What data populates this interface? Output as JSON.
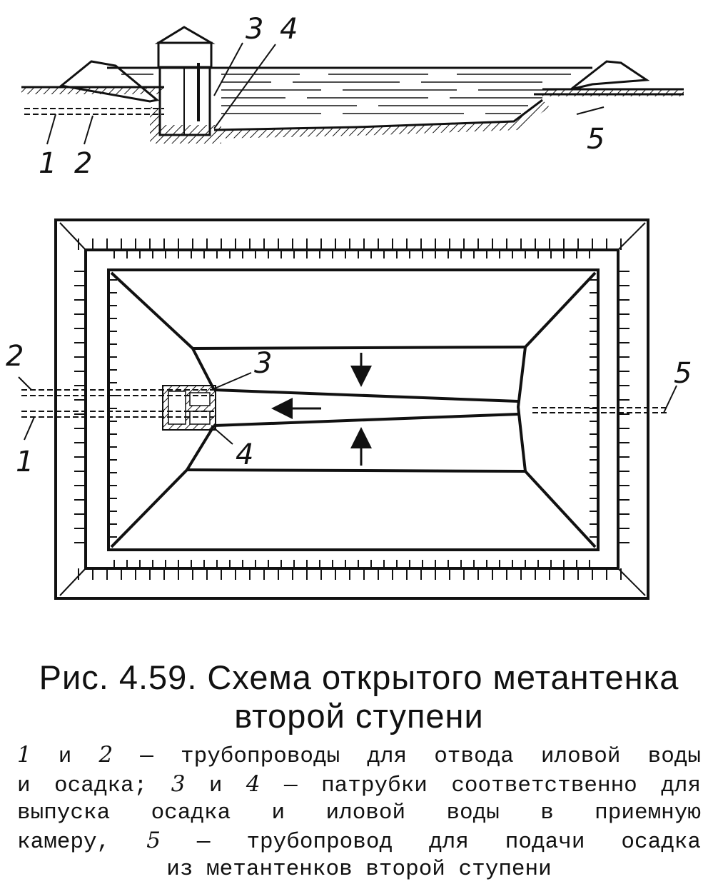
{
  "figure": {
    "labels": {
      "l1": "1",
      "l2": "2",
      "l3": "3",
      "l4": "4",
      "l5": "5"
    }
  },
  "caption": {
    "title_line1": "Рис. 4.59. Схема открытого метантенка",
    "title_line2": "второй ступени",
    "legend": {
      "l1_pre": "1",
      "l1_mid": " и ",
      "l1_num2": "2",
      "l1_text": " — трубопроводы для отвода иловой воды",
      "l2_pre": "и осадка; ",
      "l2_num3": "3",
      "l2_mid": " и ",
      "l2_num4": "4",
      "l2_text": " — патрубки соответственно для",
      "l3_text": "выпуска осадка и иловой воды в приемную",
      "l4_pre": "камеру, ",
      "l4_num5": "5",
      "l4_text": " — трубопровод для подачи осадка",
      "l5_text": "из метантенков второй ступени"
    }
  }
}
